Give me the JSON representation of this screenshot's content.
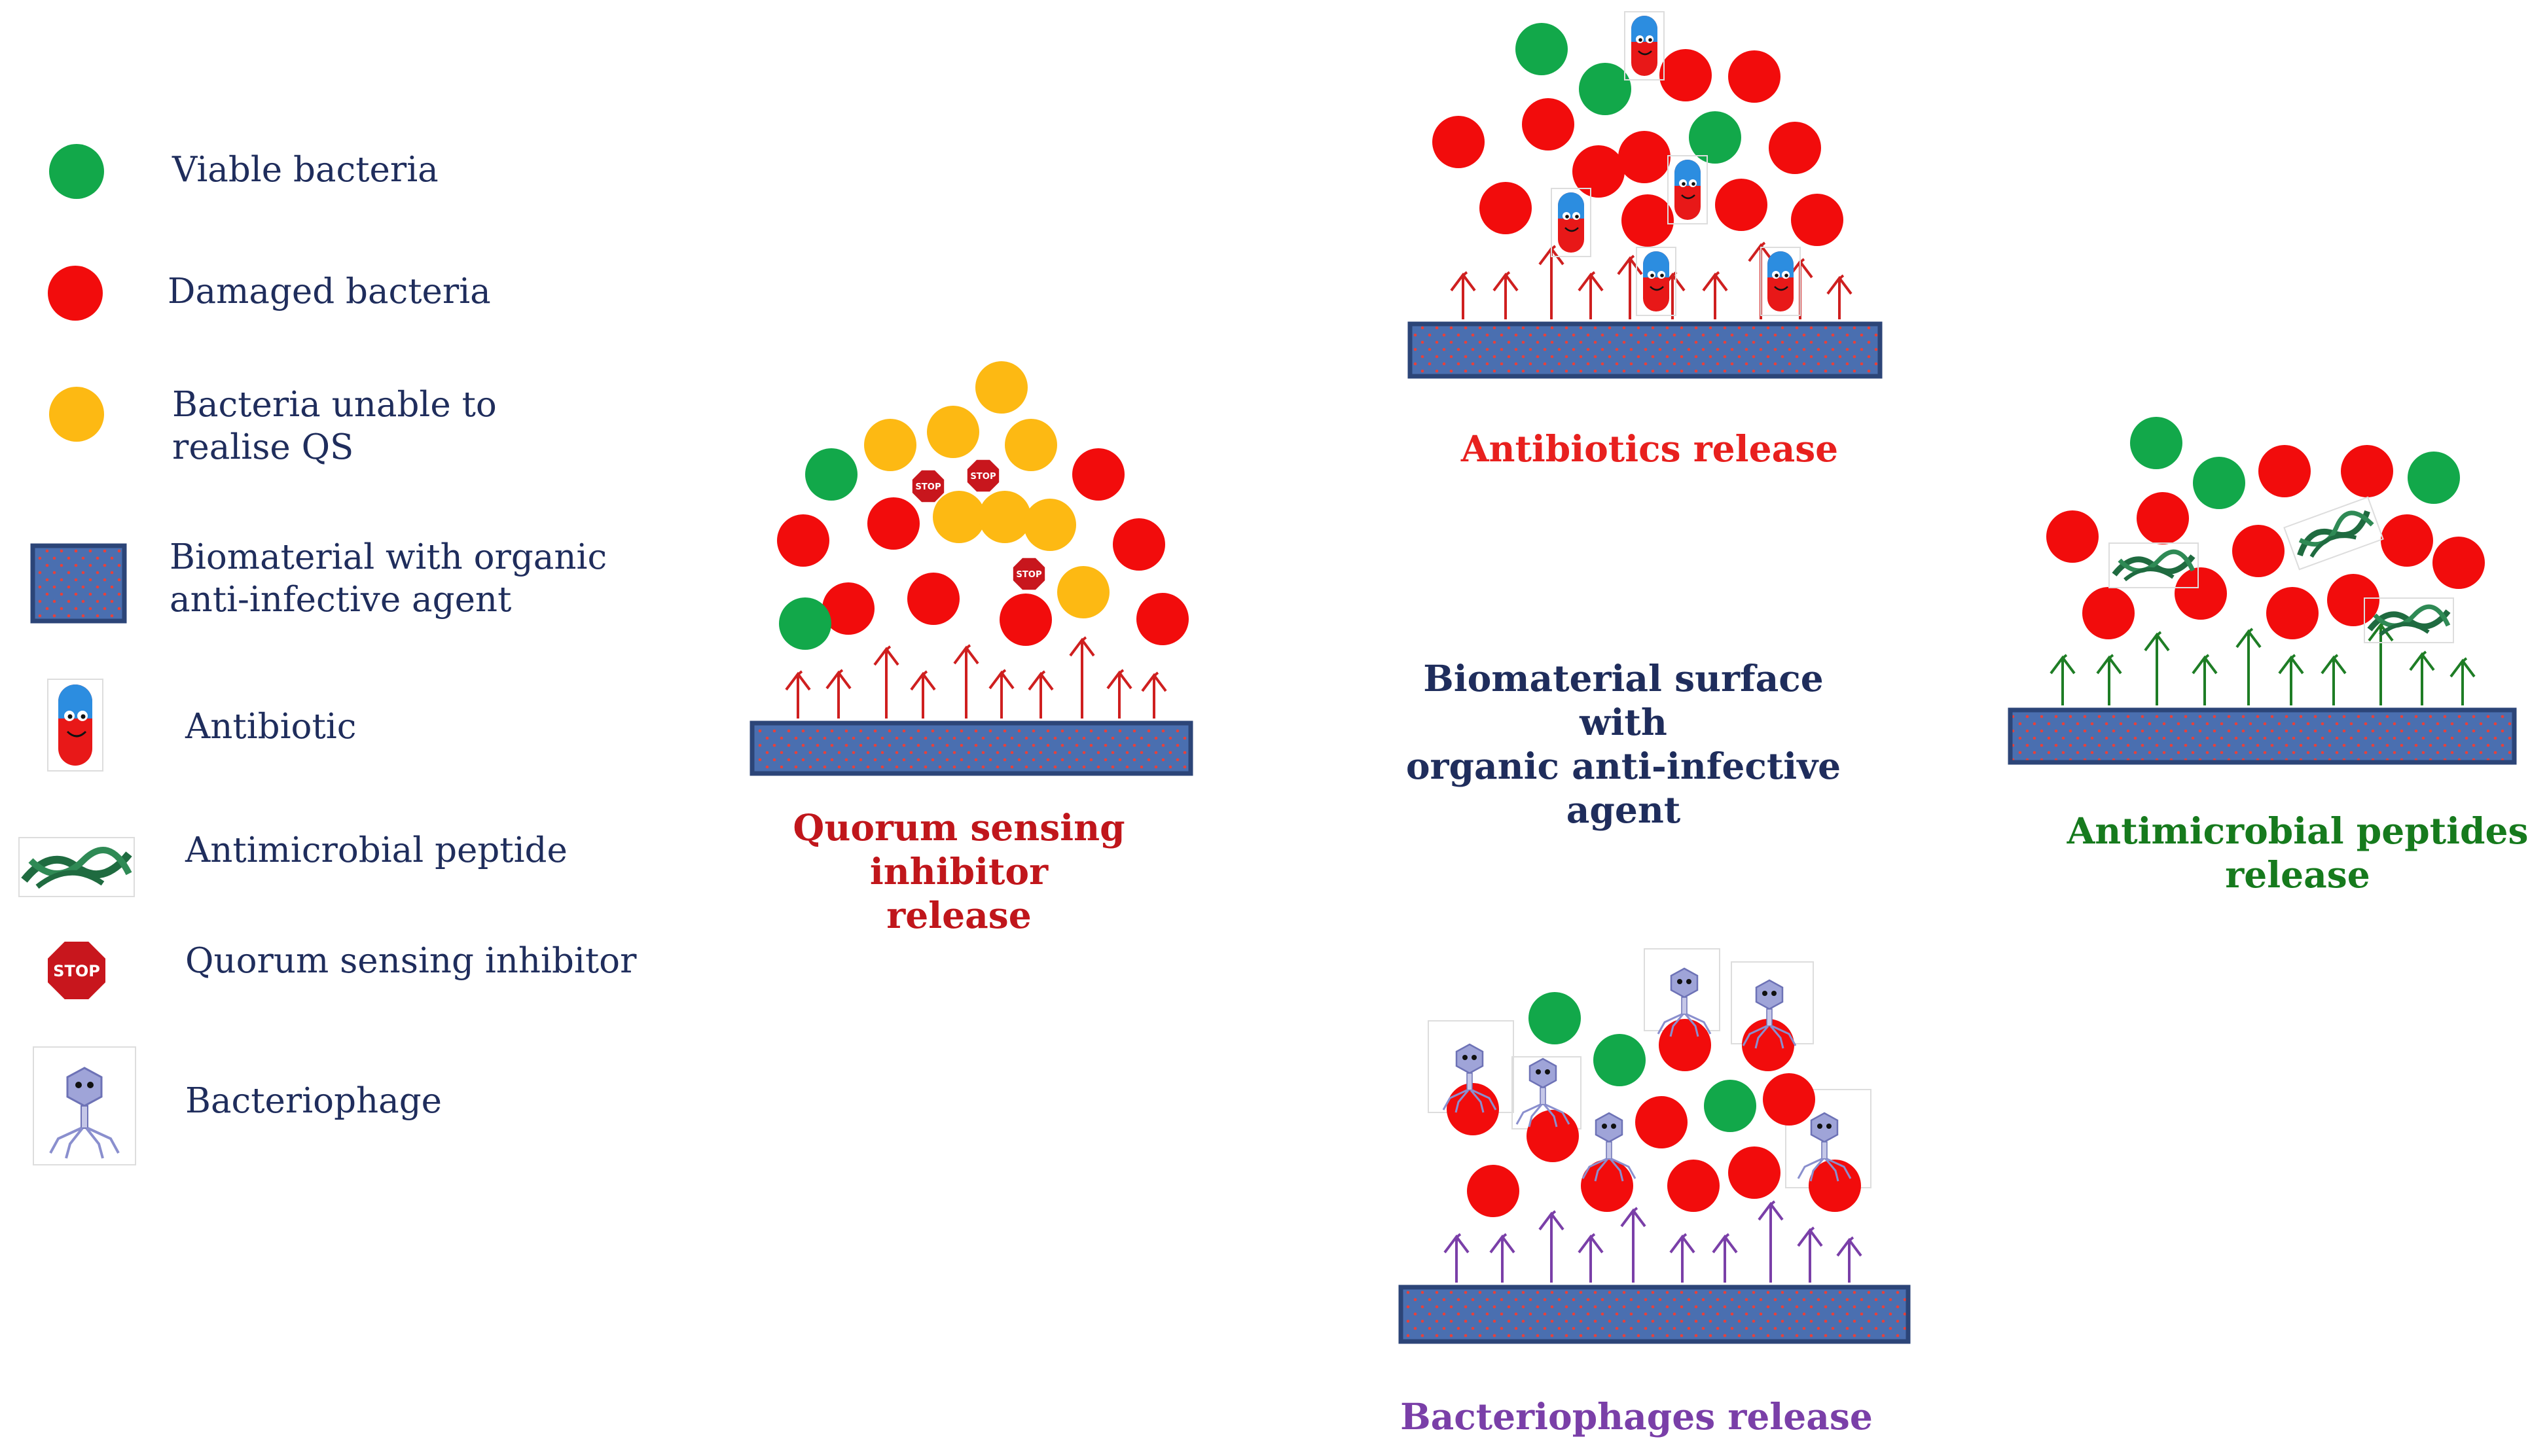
{
  "legend": {
    "viable": "Viable bacteria",
    "damaged": "Damaged bacteria",
    "unable_qs": "Bacteria unable to\nrealise QS",
    "biomaterial": "Biomaterial with organic\nanti-infective agent",
    "antibiotic": "Antibiotic",
    "peptide": "Antimicrobial peptide",
    "qsi": "Quorum sensing inhibitor",
    "phage": "Bacteriophage"
  },
  "captions": {
    "center": "Biomaterial surface with\norganic anti-infective agent",
    "antibiotics": "Antibiotics release",
    "qsi": "Quorum sensing inhibitor\nrelease",
    "peptides": "Antimicrobial peptides\nrelease",
    "phages": "Bacteriophages release"
  },
  "stop_label": "STOP",
  "colors": {
    "viable": "#12a84a",
    "damaged": "#f20c0c",
    "unable_qs": "#fdb913",
    "biomaterial": "#4a6fb0",
    "biomaterial_border": "#2c4578",
    "dots": "#e8403a",
    "caption_red": "#e8201e",
    "caption_darkred": "#c0161b",
    "caption_green": "#167a1d",
    "caption_purple": "#7a3fa8",
    "caption_navy": "#1f2d5c",
    "arrow_red": "#cf1f1f",
    "arrow_green": "#1e7d25",
    "arrow_purple": "#7a3fa8",
    "peptide": "#1f6b40"
  }
}
